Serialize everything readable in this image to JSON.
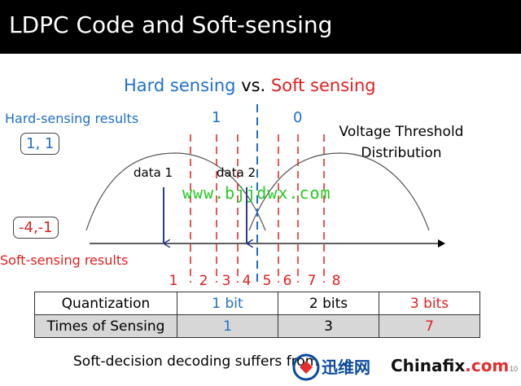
{
  "slide": {
    "title": "LDPC Code and Soft-sensing",
    "subtitle": {
      "hard": "Hard sensing",
      "vs": " vs. ",
      "soft": "Soft sensing"
    },
    "hard_results_label": "Hard-sensing results",
    "hard_results_value": "1, 1",
    "soft_results_label": "Soft-sensing results",
    "soft_results_value": "-4,-1",
    "bit_one": "1",
    "bit_zero": "0",
    "vt_label": "Voltage Threshold Distribution",
    "data1": "data 1",
    "data2": "data 2",
    "level_numbers": [
      "1",
      "2",
      "3",
      "4",
      "5",
      "6",
      "7",
      "8"
    ],
    "footer": "Soft-decision decoding suffers from",
    "page_number": "10"
  },
  "table": {
    "rows": [
      [
        "Quantization",
        "1 bit",
        "2 bits",
        "3 bits"
      ],
      [
        "Times of Sensing",
        "1",
        "3",
        "7"
      ]
    ]
  },
  "watermark": {
    "url": "www.bjjdwx.com",
    "brand_cn": "迅维网",
    "brand_en_main": "Chinafix",
    "brand_en_suffix": ".com"
  },
  "colors": {
    "hard_blue": "#1f6fc8",
    "soft_red": "#e02020",
    "arrow_navy": "#2a3a8c",
    "watermark_green": "#22cc22"
  }
}
